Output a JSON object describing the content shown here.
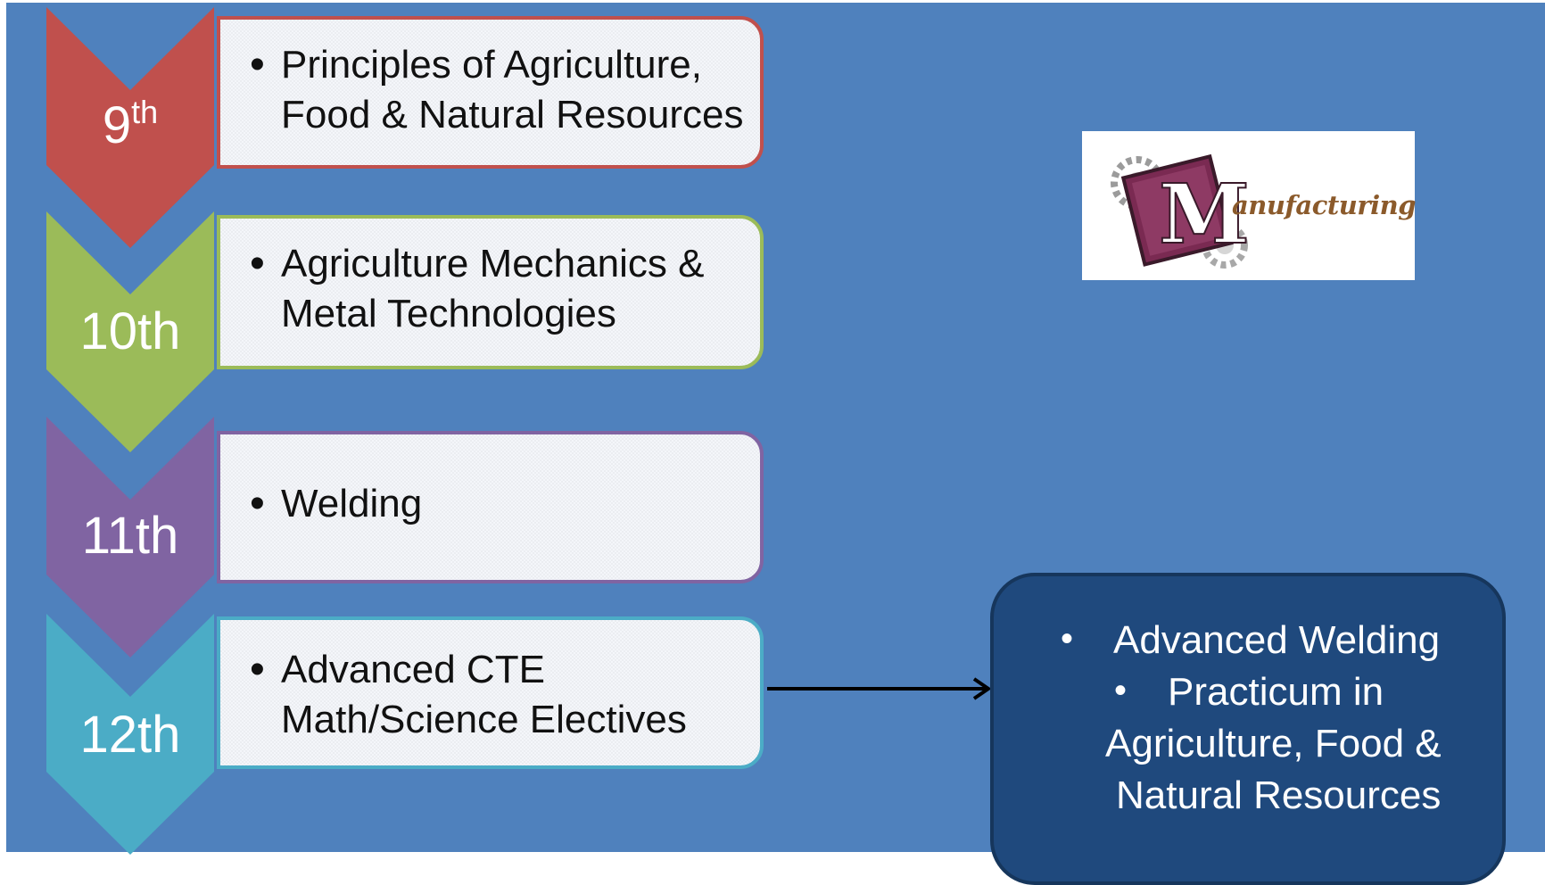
{
  "colors": {
    "background": "#4f81bd",
    "grade_9": "#c0504d",
    "grade_10": "#9bbb59",
    "grade_11": "#8064a2",
    "grade_12": "#4bacc6",
    "outcome_fill": "#1f497d"
  },
  "steps": [
    {
      "grade": "9",
      "grade_suffix": "th",
      "bullet": "•",
      "text": "Principles of Agriculture,\nFood & Natural Resources"
    },
    {
      "grade": "10th",
      "bullet": "•",
      "text": "Agriculture Mechanics &\nMetal Technologies"
    },
    {
      "grade": "11th",
      "bullet": "•",
      "text": "Welding"
    },
    {
      "grade": "12th",
      "bullet": "•",
      "text": "Advanced CTE\nMath/Science Electives"
    }
  ],
  "logo": {
    "letter": "M",
    "word": "anufacturing",
    "icon": "gear-icon"
  },
  "outcome": {
    "bullet": "•",
    "items": [
      "Advanced Welding",
      "Practicum in",
      "Agriculture, Food &",
      "Natural Resources"
    ]
  }
}
